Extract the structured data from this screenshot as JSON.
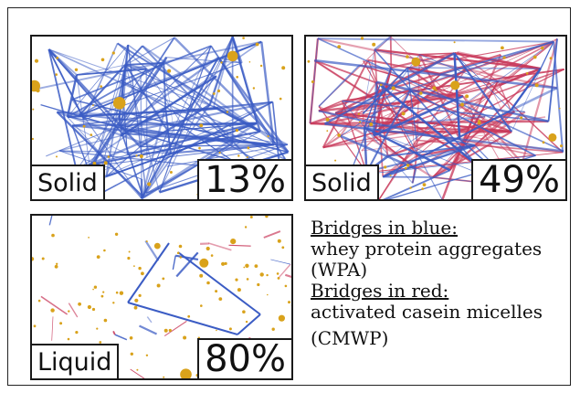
{
  "panels": [
    {
      "id": "solid-13",
      "state": "Solid",
      "percent": "13%",
      "blue_density": 1.0,
      "red_density": 0.0
    },
    {
      "id": "solid-49",
      "state": "Solid",
      "percent": "49%",
      "blue_density": 0.45,
      "red_density": 0.7
    },
    {
      "id": "liquid-80",
      "state": "Liquid",
      "percent": "80%",
      "blue_density": 0.05,
      "red_density": 0.05
    }
  ],
  "legend": {
    "blue_header": "Bridges in blue:",
    "blue_line1": "whey protein aggregates",
    "blue_line2": "(WPA)",
    "red_header": "Bridges in red:",
    "red_line1": "activated casein micelles",
    "red_line2": "(CMWP)"
  },
  "colors": {
    "blue_bridge": "#3b5cc4",
    "red_bridge": "#c8385a",
    "particle": "#d9a21b",
    "border": "#1a1a1a"
  }
}
